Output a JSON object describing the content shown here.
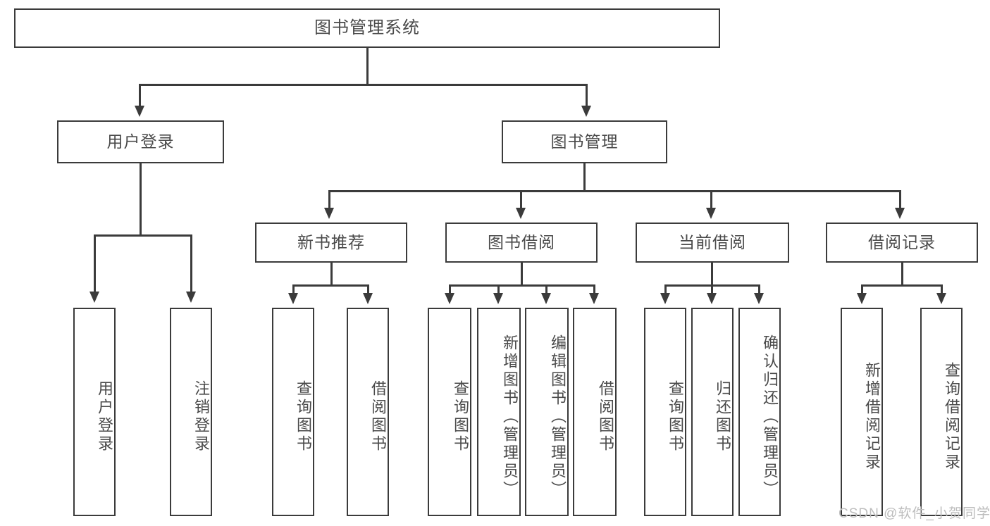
{
  "diagram": {
    "title": "图书管理系统",
    "type": "hierarchy-tree",
    "watermark": "CSDN @软件_小贺同学",
    "colors": {
      "stroke": "#3b3b3b",
      "fill": "#ffffff",
      "text": "#4a4a4a",
      "watermark": "#bdbdbd"
    },
    "levels": {
      "level1": "图书管理系统",
      "level2": [
        "用户登录",
        "图书管理"
      ],
      "level3": [
        "新书推荐",
        "图书借阅",
        "当前借阅",
        "借阅记录"
      ]
    },
    "nodes": {
      "root": {
        "label": "图书管理系统"
      },
      "user_login": {
        "label": "用户登录"
      },
      "book_manage": {
        "label": "图书管理"
      },
      "new_book_rec": {
        "label": "新书推荐"
      },
      "book_borrow": {
        "label": "图书借阅"
      },
      "current_borrow": {
        "label": "当前借阅"
      },
      "borrow_record": {
        "label": "借阅记录"
      }
    },
    "leaves": {
      "user_login": [
        {
          "label": "用户登录"
        },
        {
          "label": "注销登录"
        }
      ],
      "new_book_rec": [
        {
          "label": "查询图书"
        },
        {
          "label": "借阅图书"
        }
      ],
      "book_borrow": [
        {
          "label": "查询图书"
        },
        {
          "label": "新增图书（管理员）"
        },
        {
          "label": "编辑图书（管理员）"
        },
        {
          "label": "借阅图书"
        }
      ],
      "current_borrow": [
        {
          "label": "查询图书"
        },
        {
          "label": "归还图书"
        },
        {
          "label": "确认归还（管理员）"
        }
      ],
      "borrow_record": [
        {
          "label": "新增借阅记录"
        },
        {
          "label": "查询借阅记录"
        }
      ]
    }
  }
}
